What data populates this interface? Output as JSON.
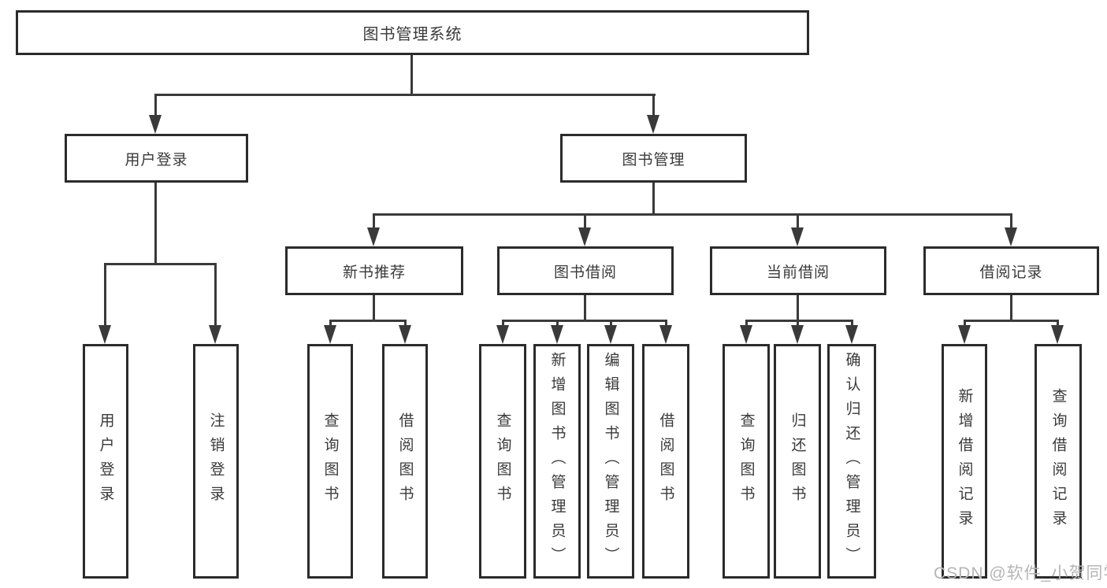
{
  "tree": {
    "root": {
      "label": "图书管理系统"
    },
    "branches": [
      {
        "label": "用户登录",
        "children": [
          {
            "label": "用户登录"
          },
          {
            "label": "注销登录"
          }
        ]
      },
      {
        "label": "图书管理",
        "children": [
          {
            "label": "新书推荐",
            "children": [
              {
                "label": "查询图书"
              },
              {
                "label": "借阅图书"
              }
            ]
          },
          {
            "label": "图书借阅",
            "children": [
              {
                "label": "查询图书"
              },
              {
                "label": "新增图书（管理员）"
              },
              {
                "label": "编辑图书（管理员）"
              },
              {
                "label": "借阅图书"
              }
            ]
          },
          {
            "label": "当前借阅",
            "children": [
              {
                "label": "查询图书"
              },
              {
                "label": "归还图书"
              },
              {
                "label": "确认归还（管理员）"
              }
            ]
          },
          {
            "label": "借阅记录",
            "children": [
              {
                "label": "新增借阅记录"
              },
              {
                "label": "查询借阅记录"
              }
            ]
          }
        ]
      }
    ]
  },
  "watermark": {
    "text": "CSDN @软件_小贺同学"
  },
  "colors": {
    "line": "#3a3a3a",
    "box_border": "#2b2b2b",
    "text": "#3a3a3a",
    "watermark": "#b5b5b5",
    "background": "#ffffff"
  }
}
